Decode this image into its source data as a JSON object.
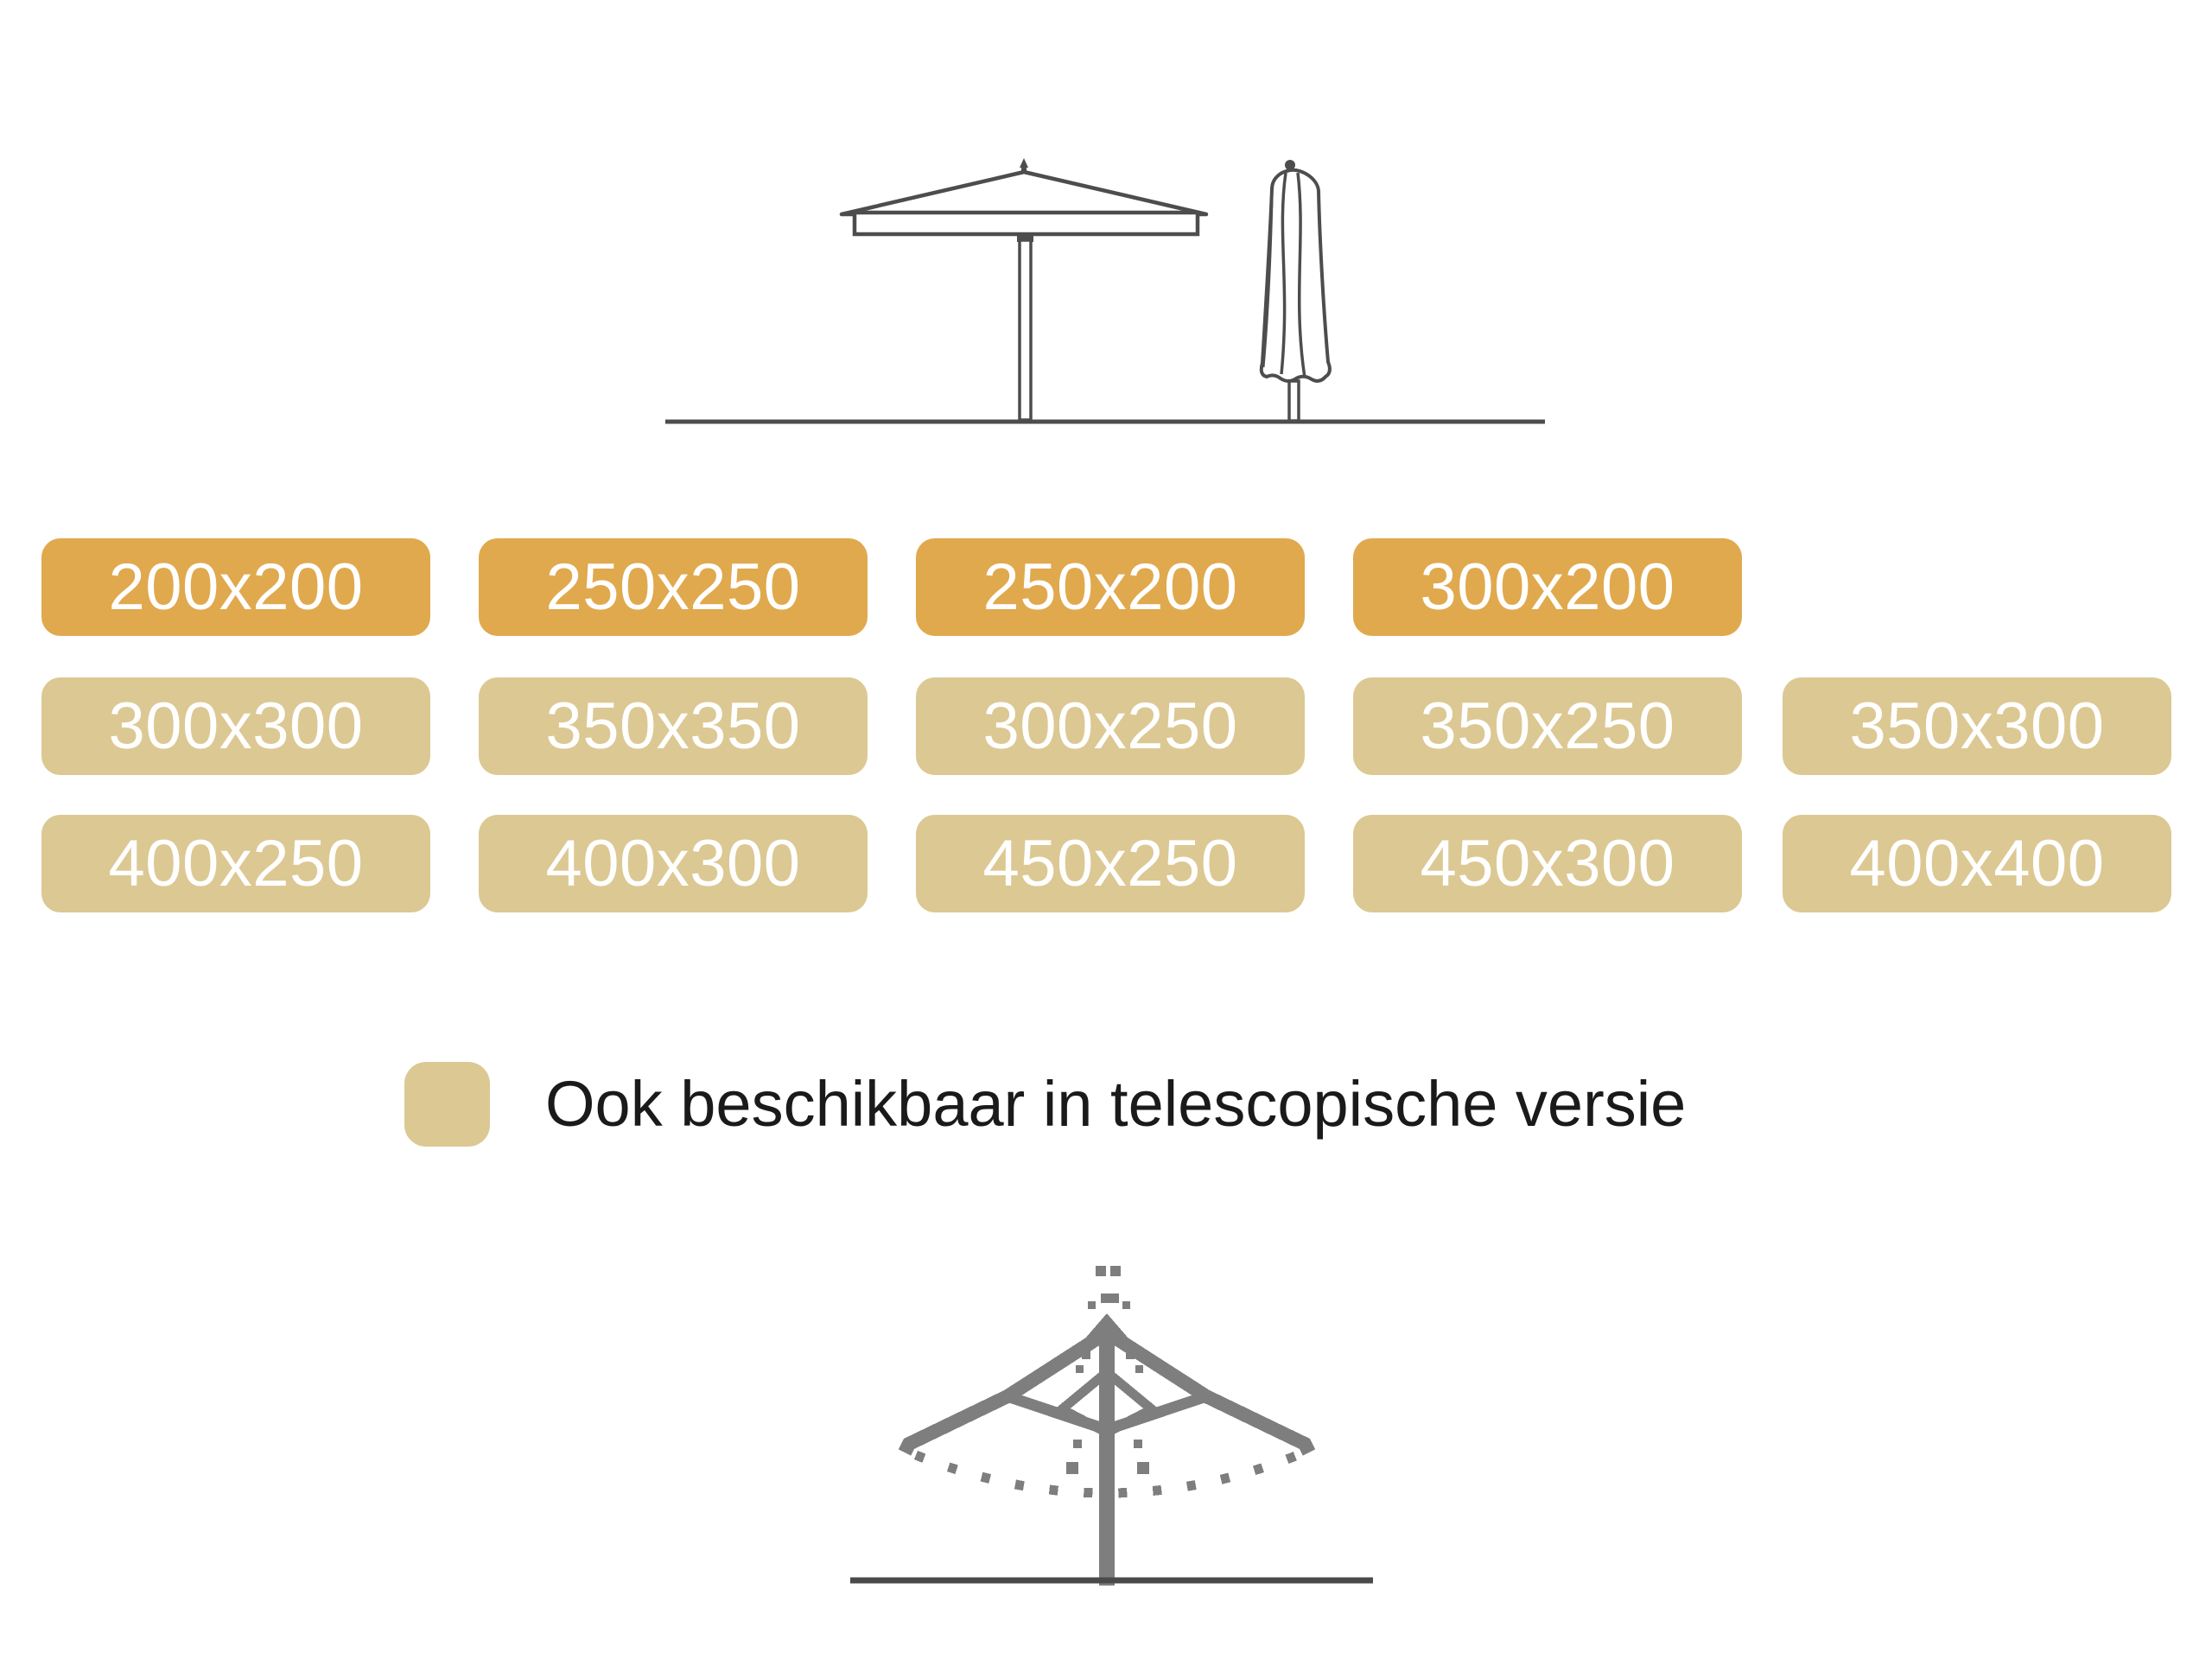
{
  "colors": {
    "background": "#FFFFFF",
    "gold_badge": "#E0A94E",
    "tan_badge": "#DCC893",
    "badge_text": "#FFFFFF",
    "line_art": "#4D4D4D",
    "pixel_art": "#7E7E7E",
    "legend_text": "#1A1A1A"
  },
  "icons": {
    "top_left": "open-parasol-icon",
    "top_right": "closed-parasol-icon",
    "legend_swatch": "tan-rounded-square-swatch",
    "bottom": "telescopic-parasol-frame-icon"
  },
  "size_rows": [
    {
      "style": "gold",
      "sizes": [
        "200x200",
        "250x250",
        "250x200",
        "300x200"
      ]
    },
    {
      "style": "tan",
      "sizes": [
        "300x300",
        "350x350",
        "300x250",
        "350x250",
        "350x300"
      ]
    },
    {
      "style": "tan",
      "sizes": [
        "400x250",
        "400x300",
        "450x250",
        "450x300",
        "400x400"
      ]
    }
  ],
  "legend": {
    "label": "Ook beschikbaar in telescopische versie"
  }
}
